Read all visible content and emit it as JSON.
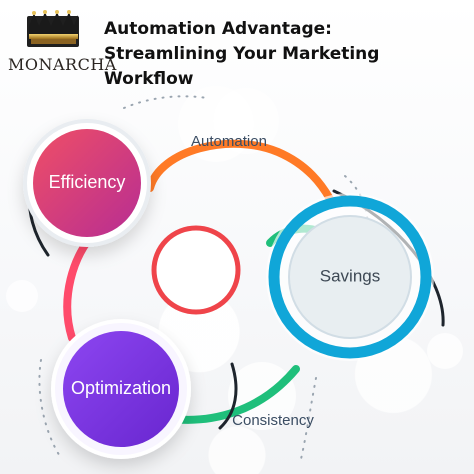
{
  "brand": {
    "name": "MONARCHA",
    "logo_icon": "crown-icon"
  },
  "headline": "Automation Advantage: Streamlining Your Marketing Workflow",
  "diagram": {
    "nodes": {
      "efficiency": "Efficiency",
      "savings": "Savings",
      "optimization": "Optimization"
    },
    "stages": {
      "automation": "Automation",
      "consistency": "Consistency"
    }
  },
  "colors": {
    "efficiency_start": "#ef4f66",
    "efficiency_end": "#b72d93",
    "optimization_start": "#8d46f1",
    "optimization_end": "#6826cf",
    "savings_ring": "#10a6d8",
    "savings_fill": "#e8eef1",
    "orange": "#ff7a26",
    "pink_red": "#ff4b6b",
    "green": "#1fbf7b",
    "center_ring": "#ef444a"
  }
}
